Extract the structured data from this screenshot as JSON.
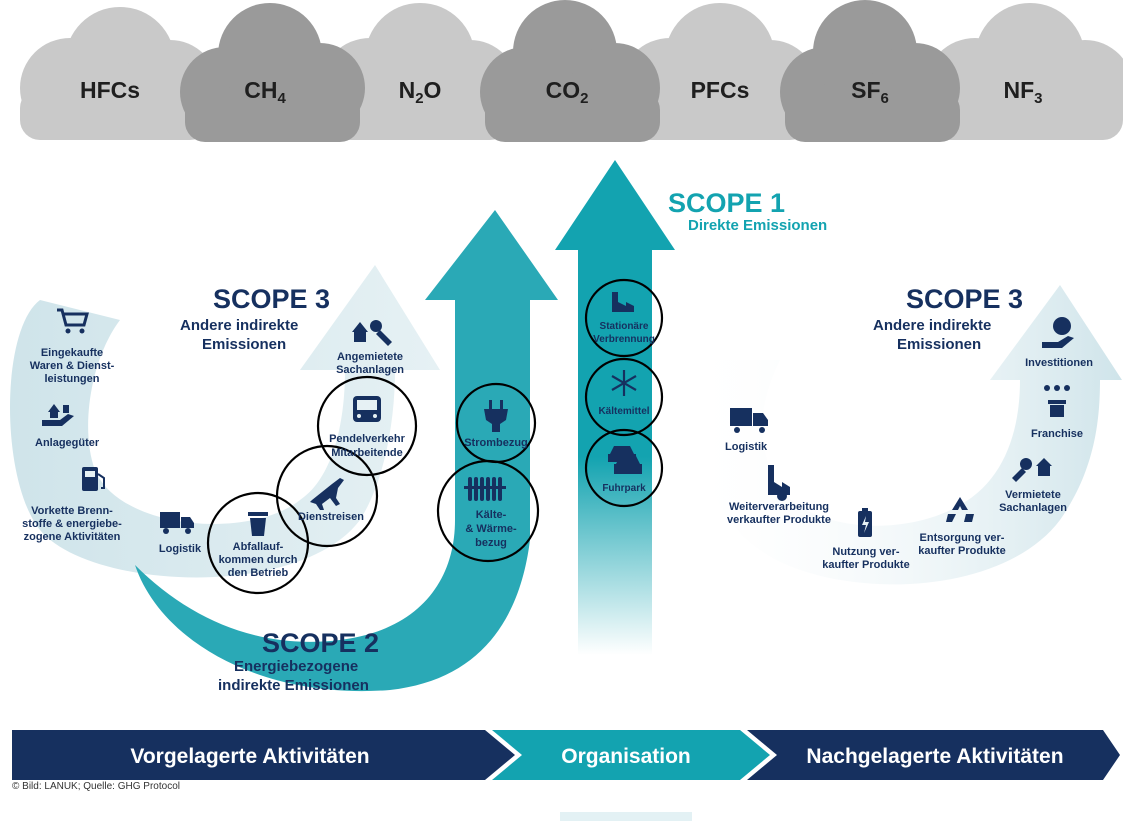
{
  "clouds": [
    {
      "base": "HFCs",
      "sub": ""
    },
    {
      "base": "CH",
      "sub": "4"
    },
    {
      "base": "N",
      "sub": "2",
      "tail": "O"
    },
    {
      "base": "CO",
      "sub": "2"
    },
    {
      "base": "PFCs",
      "sub": ""
    },
    {
      "base": "SF",
      "sub": "6"
    },
    {
      "base": "NF",
      "sub": "3"
    }
  ],
  "scope1": {
    "title": "SCOPE 1",
    "subtitle": "Direkte Emissionen"
  },
  "scope2": {
    "title": "SCOPE 2",
    "subtitle_1": "Energiebezogene",
    "subtitle_2": "indirekte Emissionen"
  },
  "scope3_left": {
    "title": "SCOPE 3",
    "subtitle_1": "Andere indirekte",
    "subtitle_2": "Emissionen"
  },
  "scope3_right": {
    "title": "SCOPE 3",
    "subtitle_1": "Andere indirekte",
    "subtitle_2": "Emissionen"
  },
  "left_items": {
    "eingekaufte": [
      "Eingekaufte",
      "Waren & Dienst-",
      "leistungen"
    ],
    "anlageguter": [
      "Anlagegüter"
    ],
    "vorkette": [
      "Vorkette Brenn-",
      "stoffe & energiebe-",
      "zogene Aktivitäten"
    ],
    "logistik": [
      "Logistik"
    ],
    "abfall": [
      "Abfallauf-",
      "kommen durch",
      "den Betrieb"
    ],
    "dienstreisen": [
      "Dienstreisen"
    ],
    "pendelverkehr": [
      "Pendelverkehr",
      "Mitarbeitende"
    ],
    "angemietete": [
      "Angemietete",
      "Sachanlagen"
    ]
  },
  "scope2_items": {
    "strombezug": [
      "Strombezug"
    ],
    "kalte": [
      "Kälte-",
      "& Wärme-",
      "bezug"
    ]
  },
  "scope1_items": {
    "stationare": [
      "Stationäre",
      "Verbrennung"
    ],
    "kaltemittel": [
      "Kältemittel"
    ],
    "fuhrpark": [
      "Fuhrpark"
    ]
  },
  "right_items": {
    "logistik": [
      "Logistik"
    ],
    "weiterverarbeitung": [
      "Weiterverarbeitung",
      "verkaufter Produkte"
    ],
    "nutzung": [
      "Nutzung ver-",
      "kaufter Produkte"
    ],
    "entsorgung": [
      "Entsorgung ver-",
      "kaufter Produkte"
    ],
    "vermietete": [
      "Vermietete",
      "Sachanlagen"
    ],
    "franchise": [
      "Franchise"
    ],
    "investitionen": [
      "Investitionen"
    ]
  },
  "bar": {
    "left": "Vorgelagerte Aktivitäten",
    "middle": "Organisation",
    "right": "Nachgelagerte Aktivitäten"
  },
  "credit": "© Bild: LANUK; Quelle: GHG Protocol",
  "colors": {
    "navy": "#16305f",
    "teal": "#13a3b0",
    "light_teal": "#dcecf0",
    "cloud_light": "#c9c9c9",
    "cloud_dark": "#9a9a9a"
  }
}
